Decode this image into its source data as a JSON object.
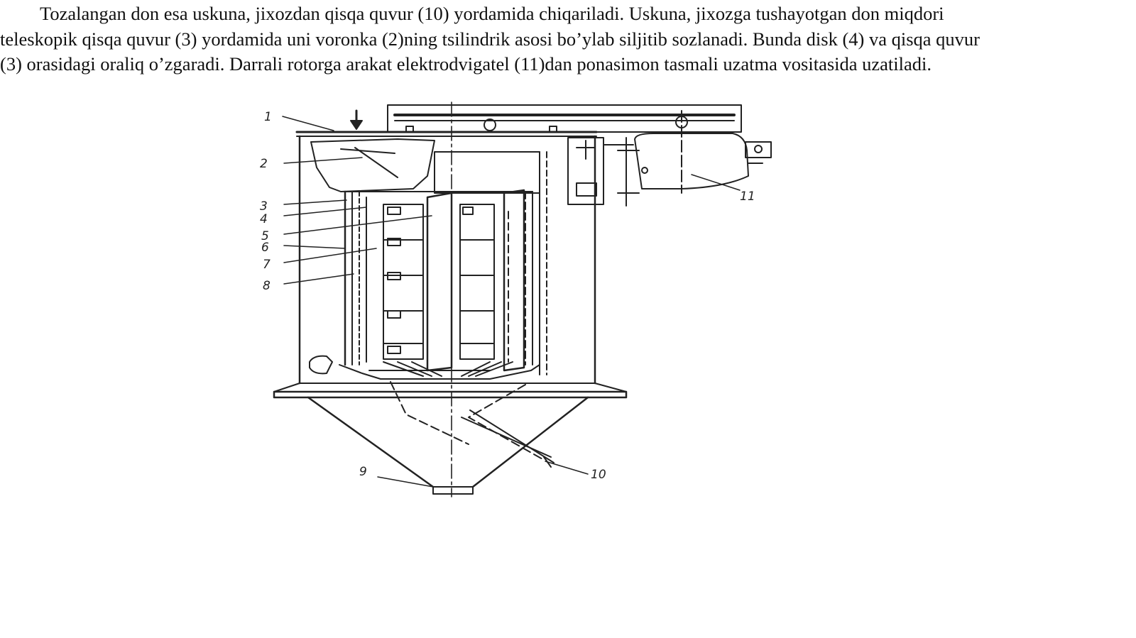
{
  "document": {
    "lines": [
      "Tozalangan don esa uskuna, jixozdan qisqa quvur (10) yordamida chiqariladi. Uskuna, jixozga tushayotgan don miqdori",
      "teleskopik qisqa quvur (3) yordamida uni voronka (2)ning tsilindrik asosi bo’ylab siljitib sozlanadi. Bunda disk (4) va qisqa quvur",
      "(3) orasidagi oraliq o’zgaradi. Darrali rotorga arakat elektrodvigatel (11)dan ponasimon tasmali uzatma vositasida  uzatiladi."
    ]
  },
  "figure": {
    "callouts": [
      "1",
      "2",
      "3",
      "4",
      "5",
      "6",
      "7",
      "8",
      "9",
      "10",
      "11"
    ]
  },
  "colors": {
    "text": "#111111",
    "drawing": "#222222",
    "background": "#ffffff"
  }
}
